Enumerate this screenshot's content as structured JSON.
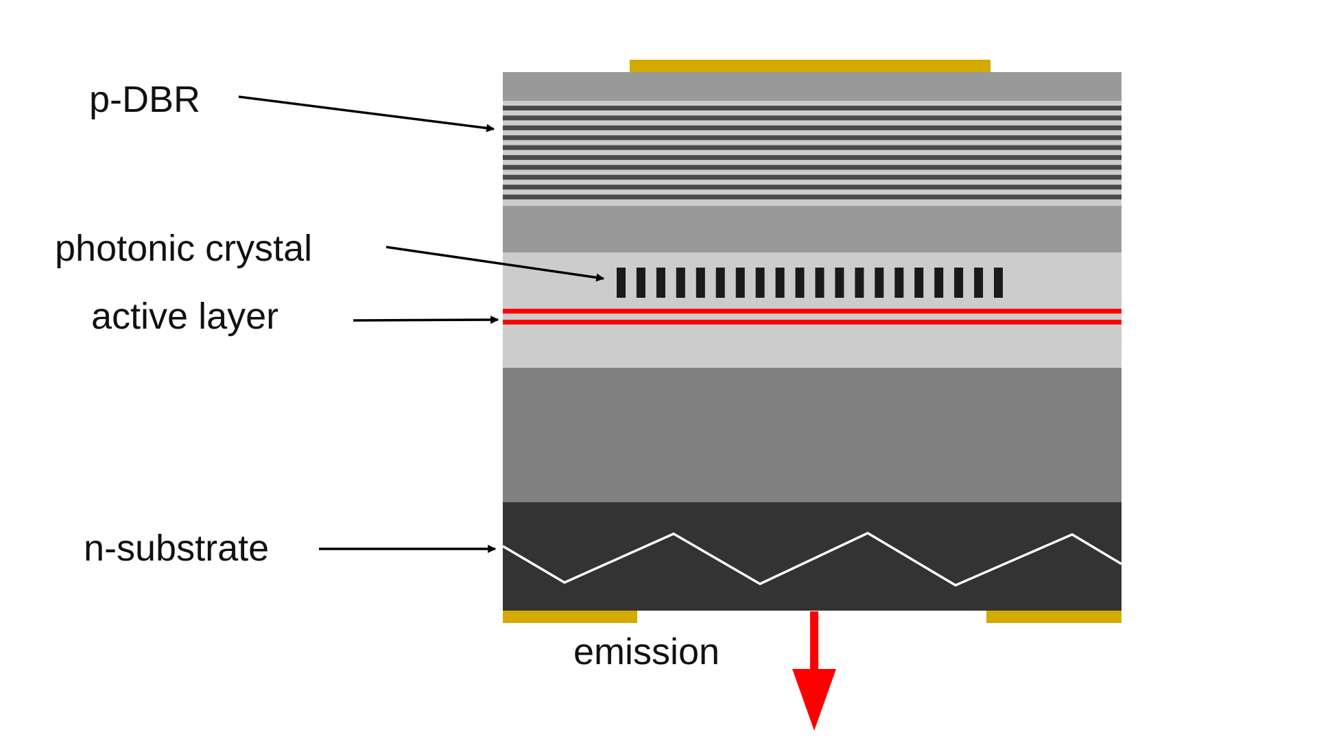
{
  "labels": {
    "p_dbr": "p-DBR",
    "photonic_crystal": "photonic crystal",
    "active_layer": "active layer",
    "n_substrate": "n-substrate",
    "emission": "emission"
  },
  "colors": {
    "contact": "#d4aa00",
    "cladding_light": "#999999",
    "dbr_light": "#cccccc",
    "dbr_dark": "#4a4a4a",
    "waveguide": "#cccccc",
    "photonic_crystal": "#1a1a1a",
    "active": "#ff0000",
    "buffer": "#808080",
    "substrate": "#333333",
    "texture_line": "#ffffff",
    "arrow": "#000000",
    "emission": "#ff0000"
  },
  "structure": {
    "dbr_dark_layer_count": 10,
    "photonic_crystal_bar_count": 20
  }
}
